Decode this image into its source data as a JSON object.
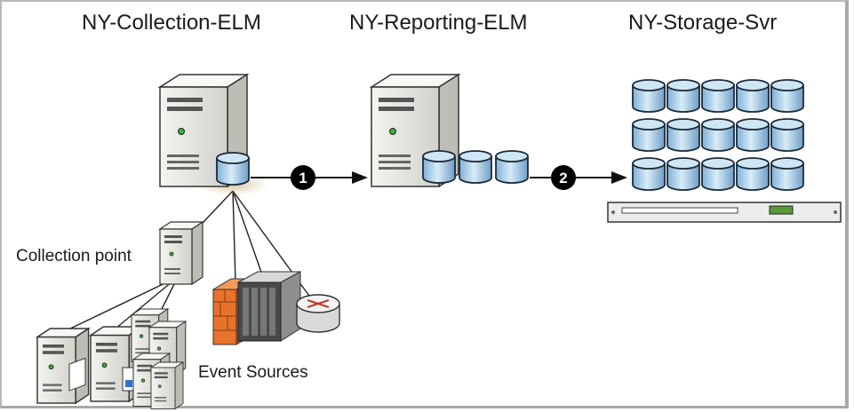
{
  "nodes": {
    "collection_elm": "NY-Collection-ELM",
    "reporting_elm": "NY-Reporting-ELM",
    "storage_svr": "NY-Storage-Svr",
    "collection_point": "Collection point",
    "event_sources": "Event Sources"
  },
  "steps": {
    "step1": "1",
    "step2": "2"
  },
  "colors": {
    "server_body": "#e4e4df",
    "server_dark": "#3a3a3a",
    "db_blue": "#a9cde6",
    "firewall": "#e8722a",
    "badge": "#000000"
  }
}
